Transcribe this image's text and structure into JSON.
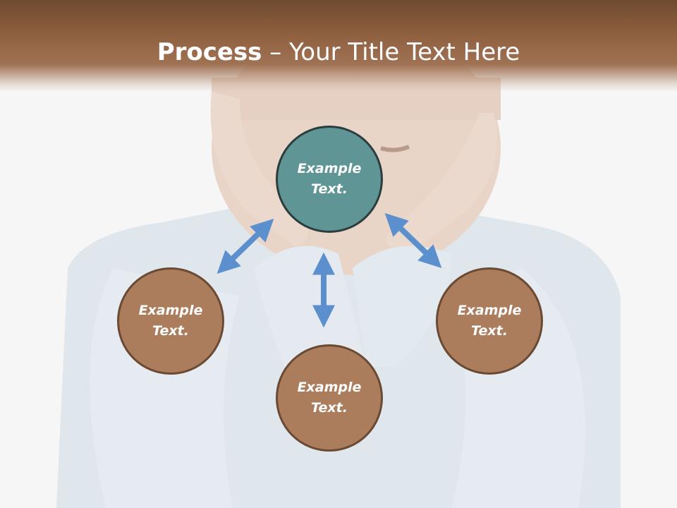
{
  "slide": {
    "title_bold": "Process",
    "title_rest": " – Your Title Text Here"
  },
  "nodes": [
    {
      "id": "top",
      "label": "Example Text."
    },
    {
      "id": "left",
      "label": "Example Text."
    },
    {
      "id": "bottom",
      "label": "Example Text."
    },
    {
      "id": "right",
      "label": "Example Text."
    }
  ],
  "colors": {
    "header_brown": "#8d5f3f",
    "node_brown": "#ac7d5c",
    "node_teal": "#5f9595",
    "arrow_blue": "#5b8fcd"
  }
}
